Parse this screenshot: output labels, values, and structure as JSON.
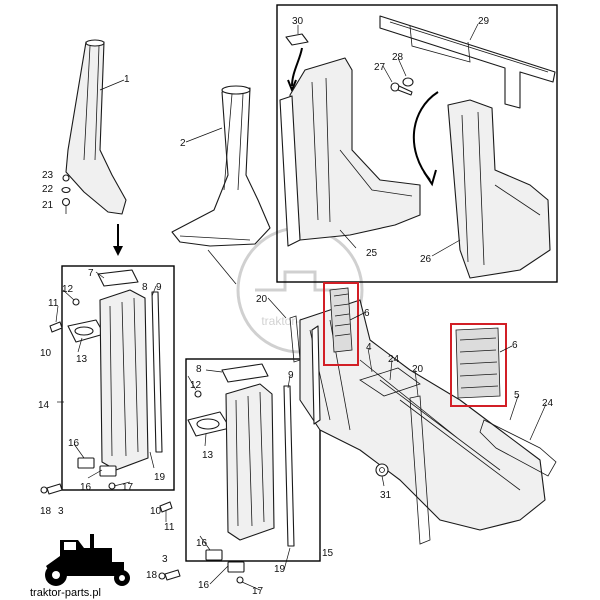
{
  "brand": {
    "logo_text": "traktor-parts.pl",
    "watermark_text": "traktor-parts.pl"
  },
  "colors": {
    "highlight": "#d21f26",
    "line": "#1a1a1a"
  },
  "icons": {
    "logo": "tractor-silhouette-icon"
  },
  "callouts": {
    "c1": "1",
    "c2": "2",
    "c3a": "3",
    "c3b": "3",
    "c4": "4",
    "c5": "5",
    "c6a": "6",
    "c6b": "6",
    "c7": "7",
    "c8": "8",
    "c9a": "9",
    "c9b": "9",
    "c10a": "10",
    "c10b": "10",
    "c11a": "11",
    "c11b": "11",
    "c12a": "12",
    "c12b": "12",
    "c13a": "13",
    "c13b": "13",
    "c14": "14",
    "c15": "15",
    "c16a": "16",
    "c16b": "16",
    "c16c": "16",
    "c16d": "16",
    "c17a": "17",
    "c17b": "17",
    "c18a": "18",
    "c18b": "18",
    "c19a": "19",
    "c19b": "19",
    "c20a": "20",
    "c20b": "20",
    "c21": "21",
    "c22": "22",
    "c23": "23",
    "c24a": "24",
    "c24b": "24",
    "c25": "25",
    "c26": "26",
    "c27": "27",
    "c28": "28",
    "c29": "29",
    "c30": "30",
    "c31": "31"
  }
}
